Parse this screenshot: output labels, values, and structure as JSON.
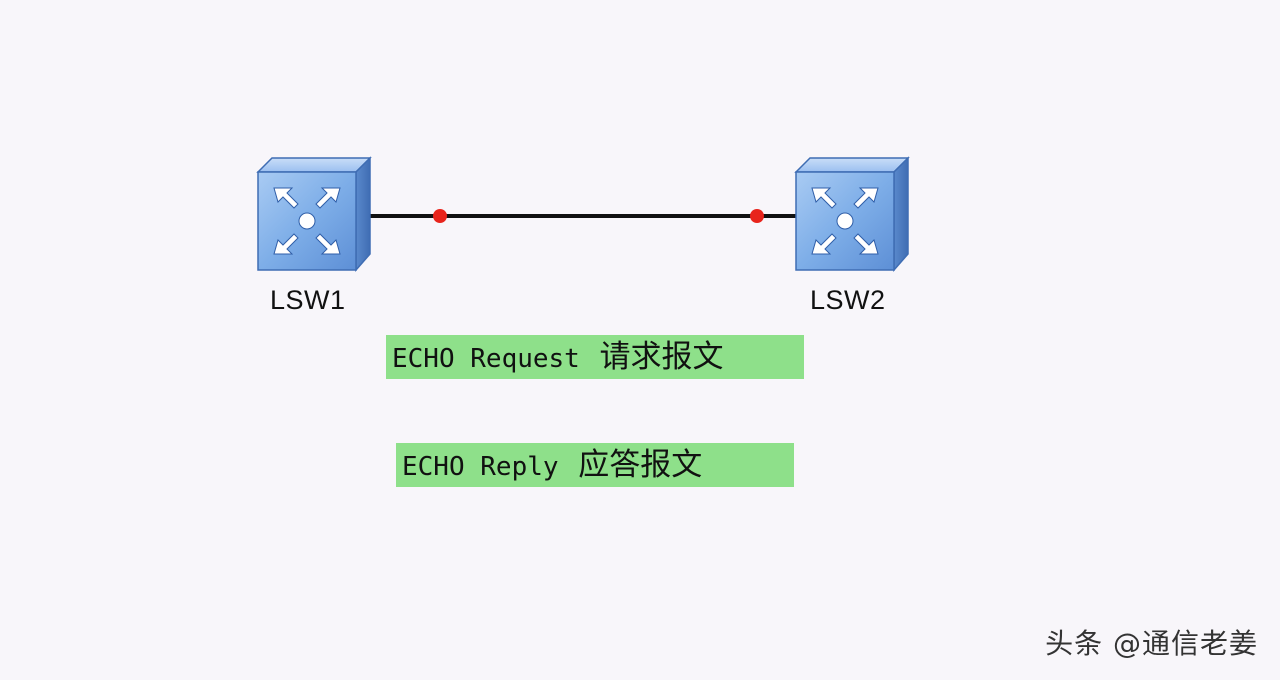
{
  "devices": [
    {
      "label": "LSW1"
    },
    {
      "label": "LSW2"
    }
  ],
  "messages": {
    "request": {
      "en": "ECHO Request",
      "cn": "请求报文"
    },
    "reply": {
      "en": "ECHO Reply",
      "cn": "应答报文"
    }
  },
  "watermark": "头条 @通信老姜",
  "colors": {
    "link": "#111111",
    "port_dot": "#e8241c",
    "switch_face": "#7eaee8",
    "switch_side": "#4f7fc4",
    "label_bg": "#8ee08a",
    "background": "#f8f6fa"
  },
  "icons": {
    "switch": "layer3-switch-icon",
    "port": "port-dot"
  }
}
